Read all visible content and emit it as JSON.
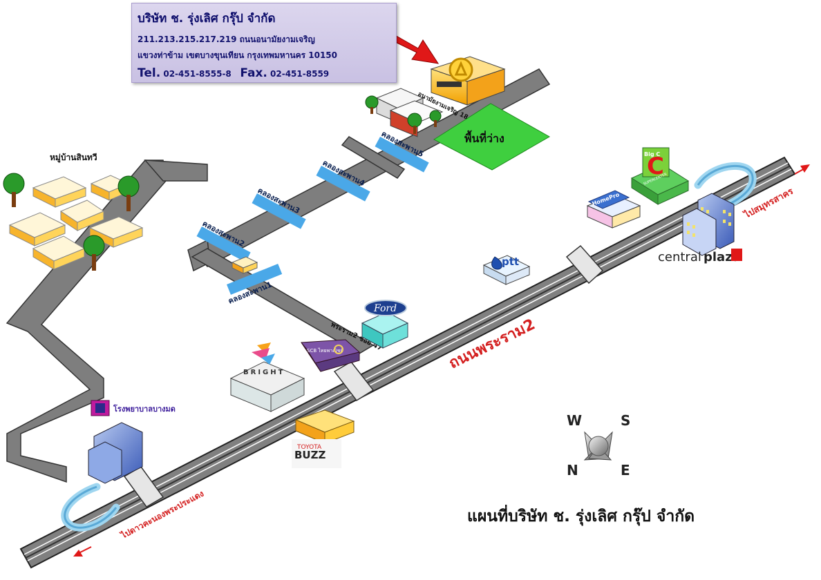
{
  "company_info": {
    "name": "บริษัท ช. รุ่งเลิศ กรุ๊ป จำกัด",
    "address_line1": "211.213.215.217.219 ถนนอนามัยงามเจริญ",
    "address_line2": "แขวงท่าข้าม เขตบางขุนเทียน กรุงเทพมหานคร 10150",
    "tel_label": "Tel.",
    "tel_value": "02-451-8555-8",
    "fax_label": "Fax.",
    "fax_value": "02-451-8559"
  },
  "map_title": "แผนที่บริษัท ช. รุ่งเลิศ กรุ๊ป จำกัด",
  "road_labels": {
    "main_road": "ถนนพระราม2",
    "to_samut_sakhon": "ไปสมุทรสาคร",
    "to_dao_khanong": "ไปดาวคะนองพระประแดง",
    "soi_47": "พระราม2 ซอย 47",
    "soi_18": "อนามัยงามเจริญ 18"
  },
  "bridges": [
    "คลองสะพาน1",
    "คลองสะพาน2",
    "คลองสะพาน3",
    "คลองสะพาน4",
    "คลองสะพาน5"
  ],
  "landmarks": {
    "vacant_land": "พื้นที่ว่าง",
    "village": "หมู่บ้านสินทวี",
    "central": "central",
    "plaza": "plaza",
    "homepro": "HomePro",
    "bigc": "Big C",
    "bigc_sub": "SUPERCENTER",
    "ptt": "ptt",
    "ford": "Ford",
    "scb": "SCB ไทยพาณิชย์",
    "bright": "BRIGHT",
    "toyota": "TOYOTA",
    "buzz": "BUZZ",
    "hospital": "โรงพยาบาลบางมด"
  },
  "compass": {
    "w": "W",
    "s": "S",
    "n": "N",
    "e": "E"
  },
  "colors": {
    "road": "#7e7e7e",
    "road_edge": "#222222",
    "bridge_tag": "#4aa8e8",
    "vacant_land": "#3fcf3f",
    "arrow_red": "#e01818",
    "label_red": "#d42020",
    "infobox_bg": "#cfc8e6"
  }
}
